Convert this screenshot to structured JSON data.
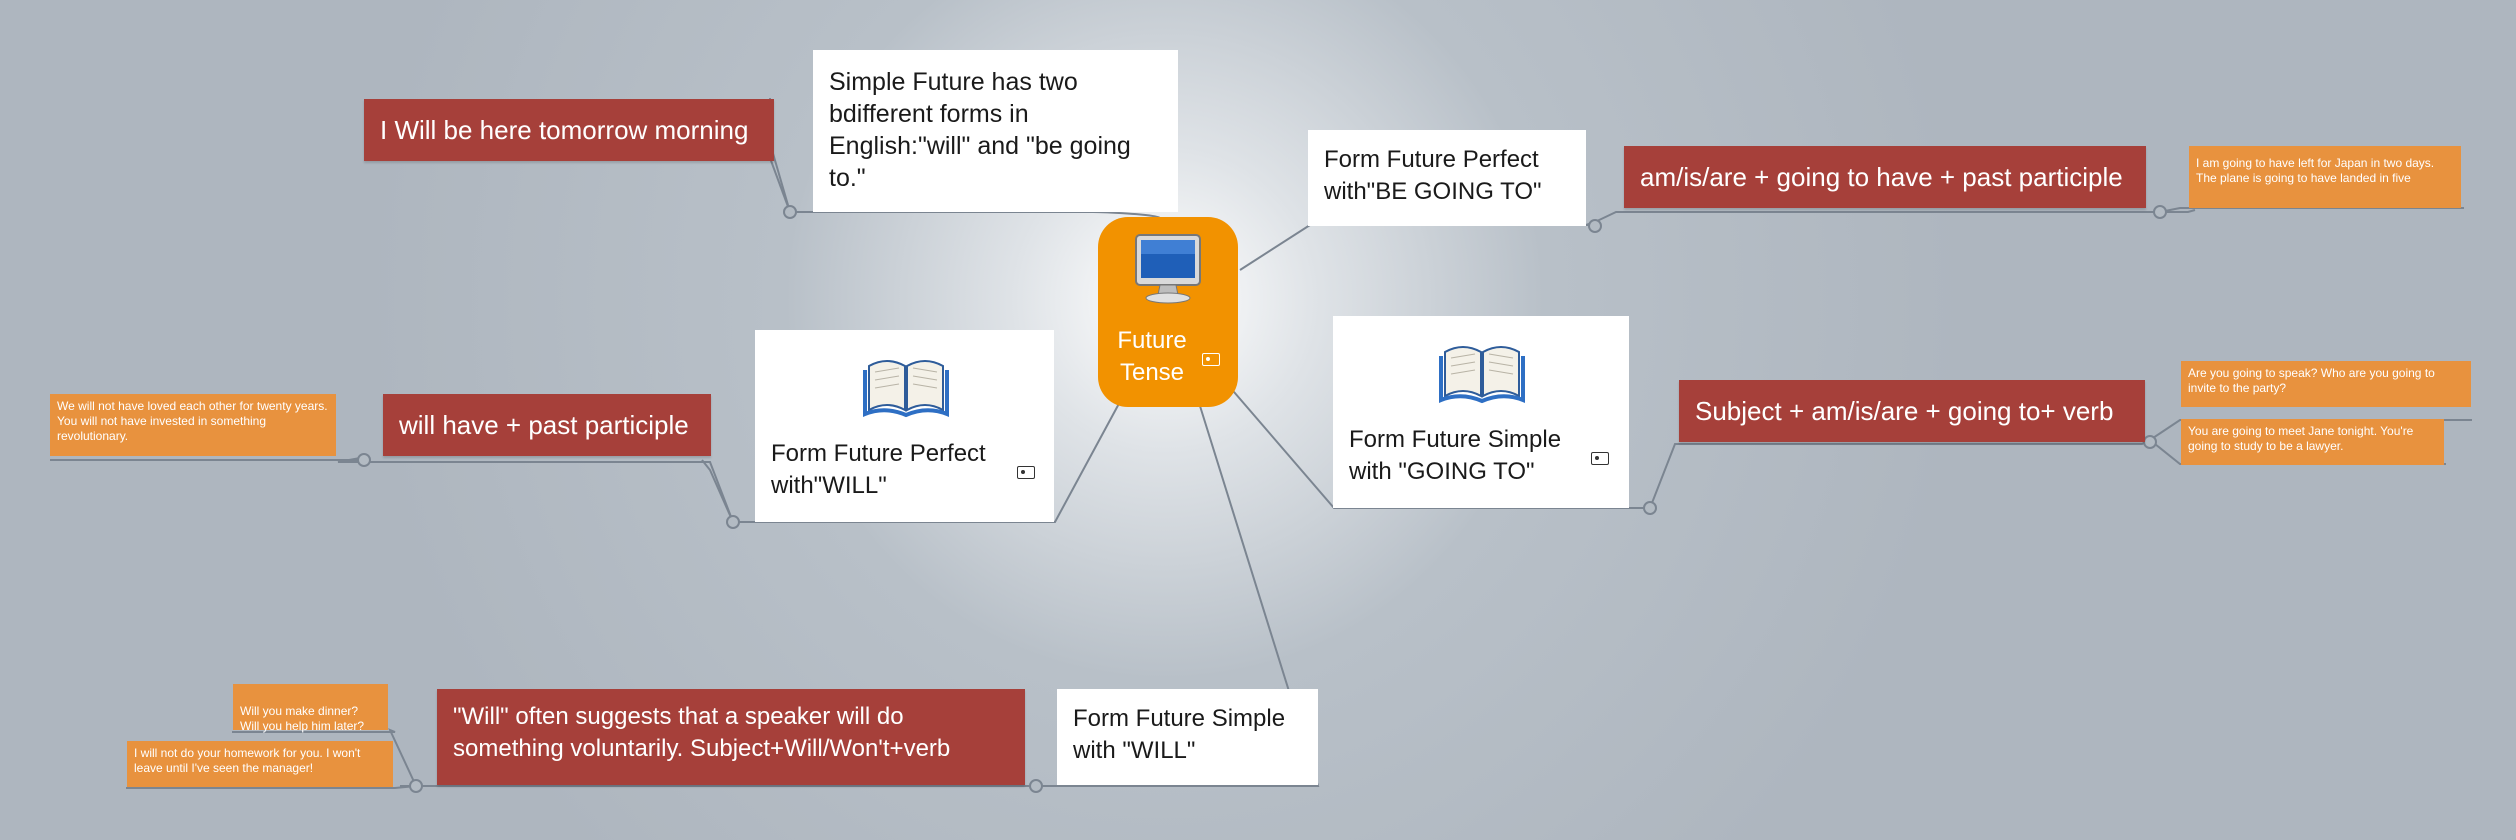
{
  "center": {
    "label": "Future Tense",
    "icon": "computer-monitor-icon",
    "color": "#f29200"
  },
  "topics": {
    "intro": "Simple Future has two bdifferent forms in English:\"will\" and \"be going to.\"",
    "example_will_be_here": "I Will be here tomorrow morning",
    "future_perfect_going_to": "Form Future Perfect with\"BE GOING TO\"",
    "future_perfect_going_to_rule": "am/is/are + going to have + past participle",
    "future_perfect_going_to_example": "I am going to have left for Japan in two days. The plane is going to have landed in five",
    "future_simple_going_to": "Form Future Simple with \"GOING TO\"",
    "future_simple_going_to_rule": "Subject + am/is/are + going to+ verb",
    "future_simple_going_to_example_1": "Are you going to speak?  Who are you going to invite to the party?",
    "future_simple_going_to_example_2": "You are going to meet Jane tonight. You're going to study to be a lawyer.",
    "future_perfect_will": "Form Future Perfect with\"WILL\"",
    "future_perfect_will_rule": "will have + past participle",
    "future_perfect_will_example": "We will not have loved each other for twenty years.  You will not have invested in something revolutionary.",
    "future_simple_will": "Form Future Simple with  \"WILL\"",
    "future_simple_will_rule": "\"Will\" often suggests that a speaker will do something voluntarily. Subject+Will/Won't+verb",
    "future_simple_will_example_1": "Will you make dinner?\n   Will you help him later?",
    "future_simple_will_example_2": "I will not do your homework for you. I won't leave until I've seen the manager!"
  },
  "icons": {
    "topic_icon": "book-icon",
    "attachment_icon": "image-attachment-icon"
  },
  "colors": {
    "background": "#b3bbc3",
    "topic_white": "#ffffff",
    "detail_red": "#a6403a",
    "example_orange": "#e8923e",
    "connector": "#7b8591"
  }
}
